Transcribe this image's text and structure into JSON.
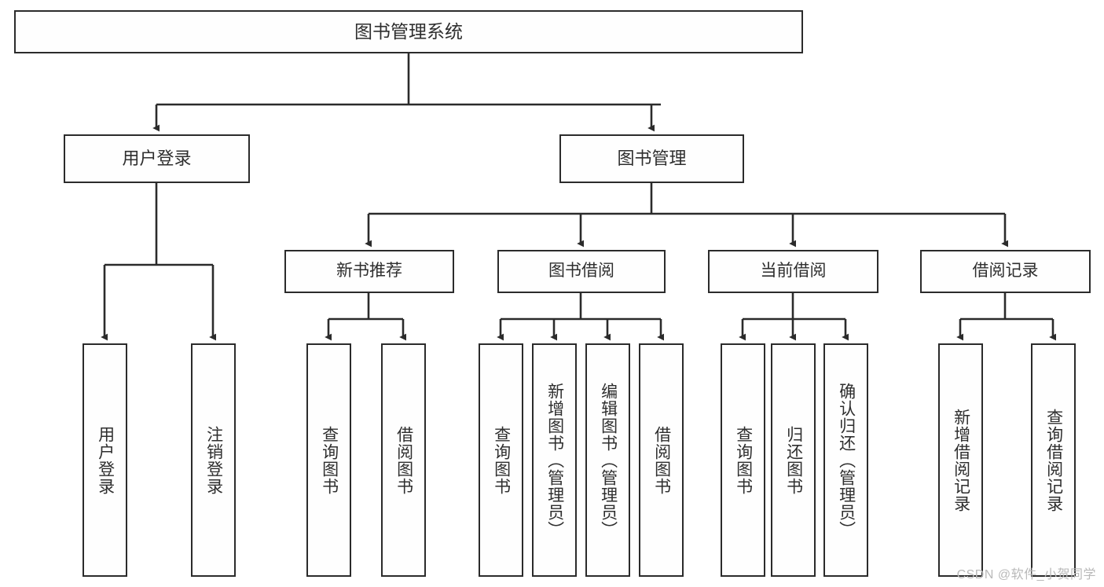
{
  "diagram": {
    "title": "图书管理系统",
    "watermark": "CSDN @软件_小贺同学",
    "colors": {
      "box_border": "#2b2b2b",
      "box_fill": "#fefefe",
      "text": "#2e2e2e",
      "connector": "#2b2b2b",
      "watermark": "#b9b9b9",
      "background": "#ffffff"
    },
    "root": {
      "label": "图书管理系统"
    },
    "level1": [
      {
        "label": "用户登录"
      },
      {
        "label": "图书管理"
      }
    ],
    "level2": [
      {
        "label": "新书推荐"
      },
      {
        "label": "图书借阅"
      },
      {
        "label": "当前借阅"
      },
      {
        "label": "借阅记录"
      }
    ],
    "leaves": {
      "user_login": [
        {
          "label": "用户登录"
        },
        {
          "label": "注销登录"
        }
      ],
      "new_book_recommend": [
        {
          "label": "查询图书"
        },
        {
          "label": "借阅图书"
        }
      ],
      "book_borrow": [
        {
          "label": "查询图书"
        },
        {
          "label": "新增图书（管理员）"
        },
        {
          "label": "编辑图书（管理员）"
        },
        {
          "label": "借阅图书"
        }
      ],
      "current_borrow": [
        {
          "label": "查询图书"
        },
        {
          "label": "归还图书"
        },
        {
          "label": "确认归还（管理员）"
        }
      ],
      "borrow_record": [
        {
          "label": "新增借阅记录"
        },
        {
          "label": "查询借阅记录"
        }
      ]
    }
  }
}
